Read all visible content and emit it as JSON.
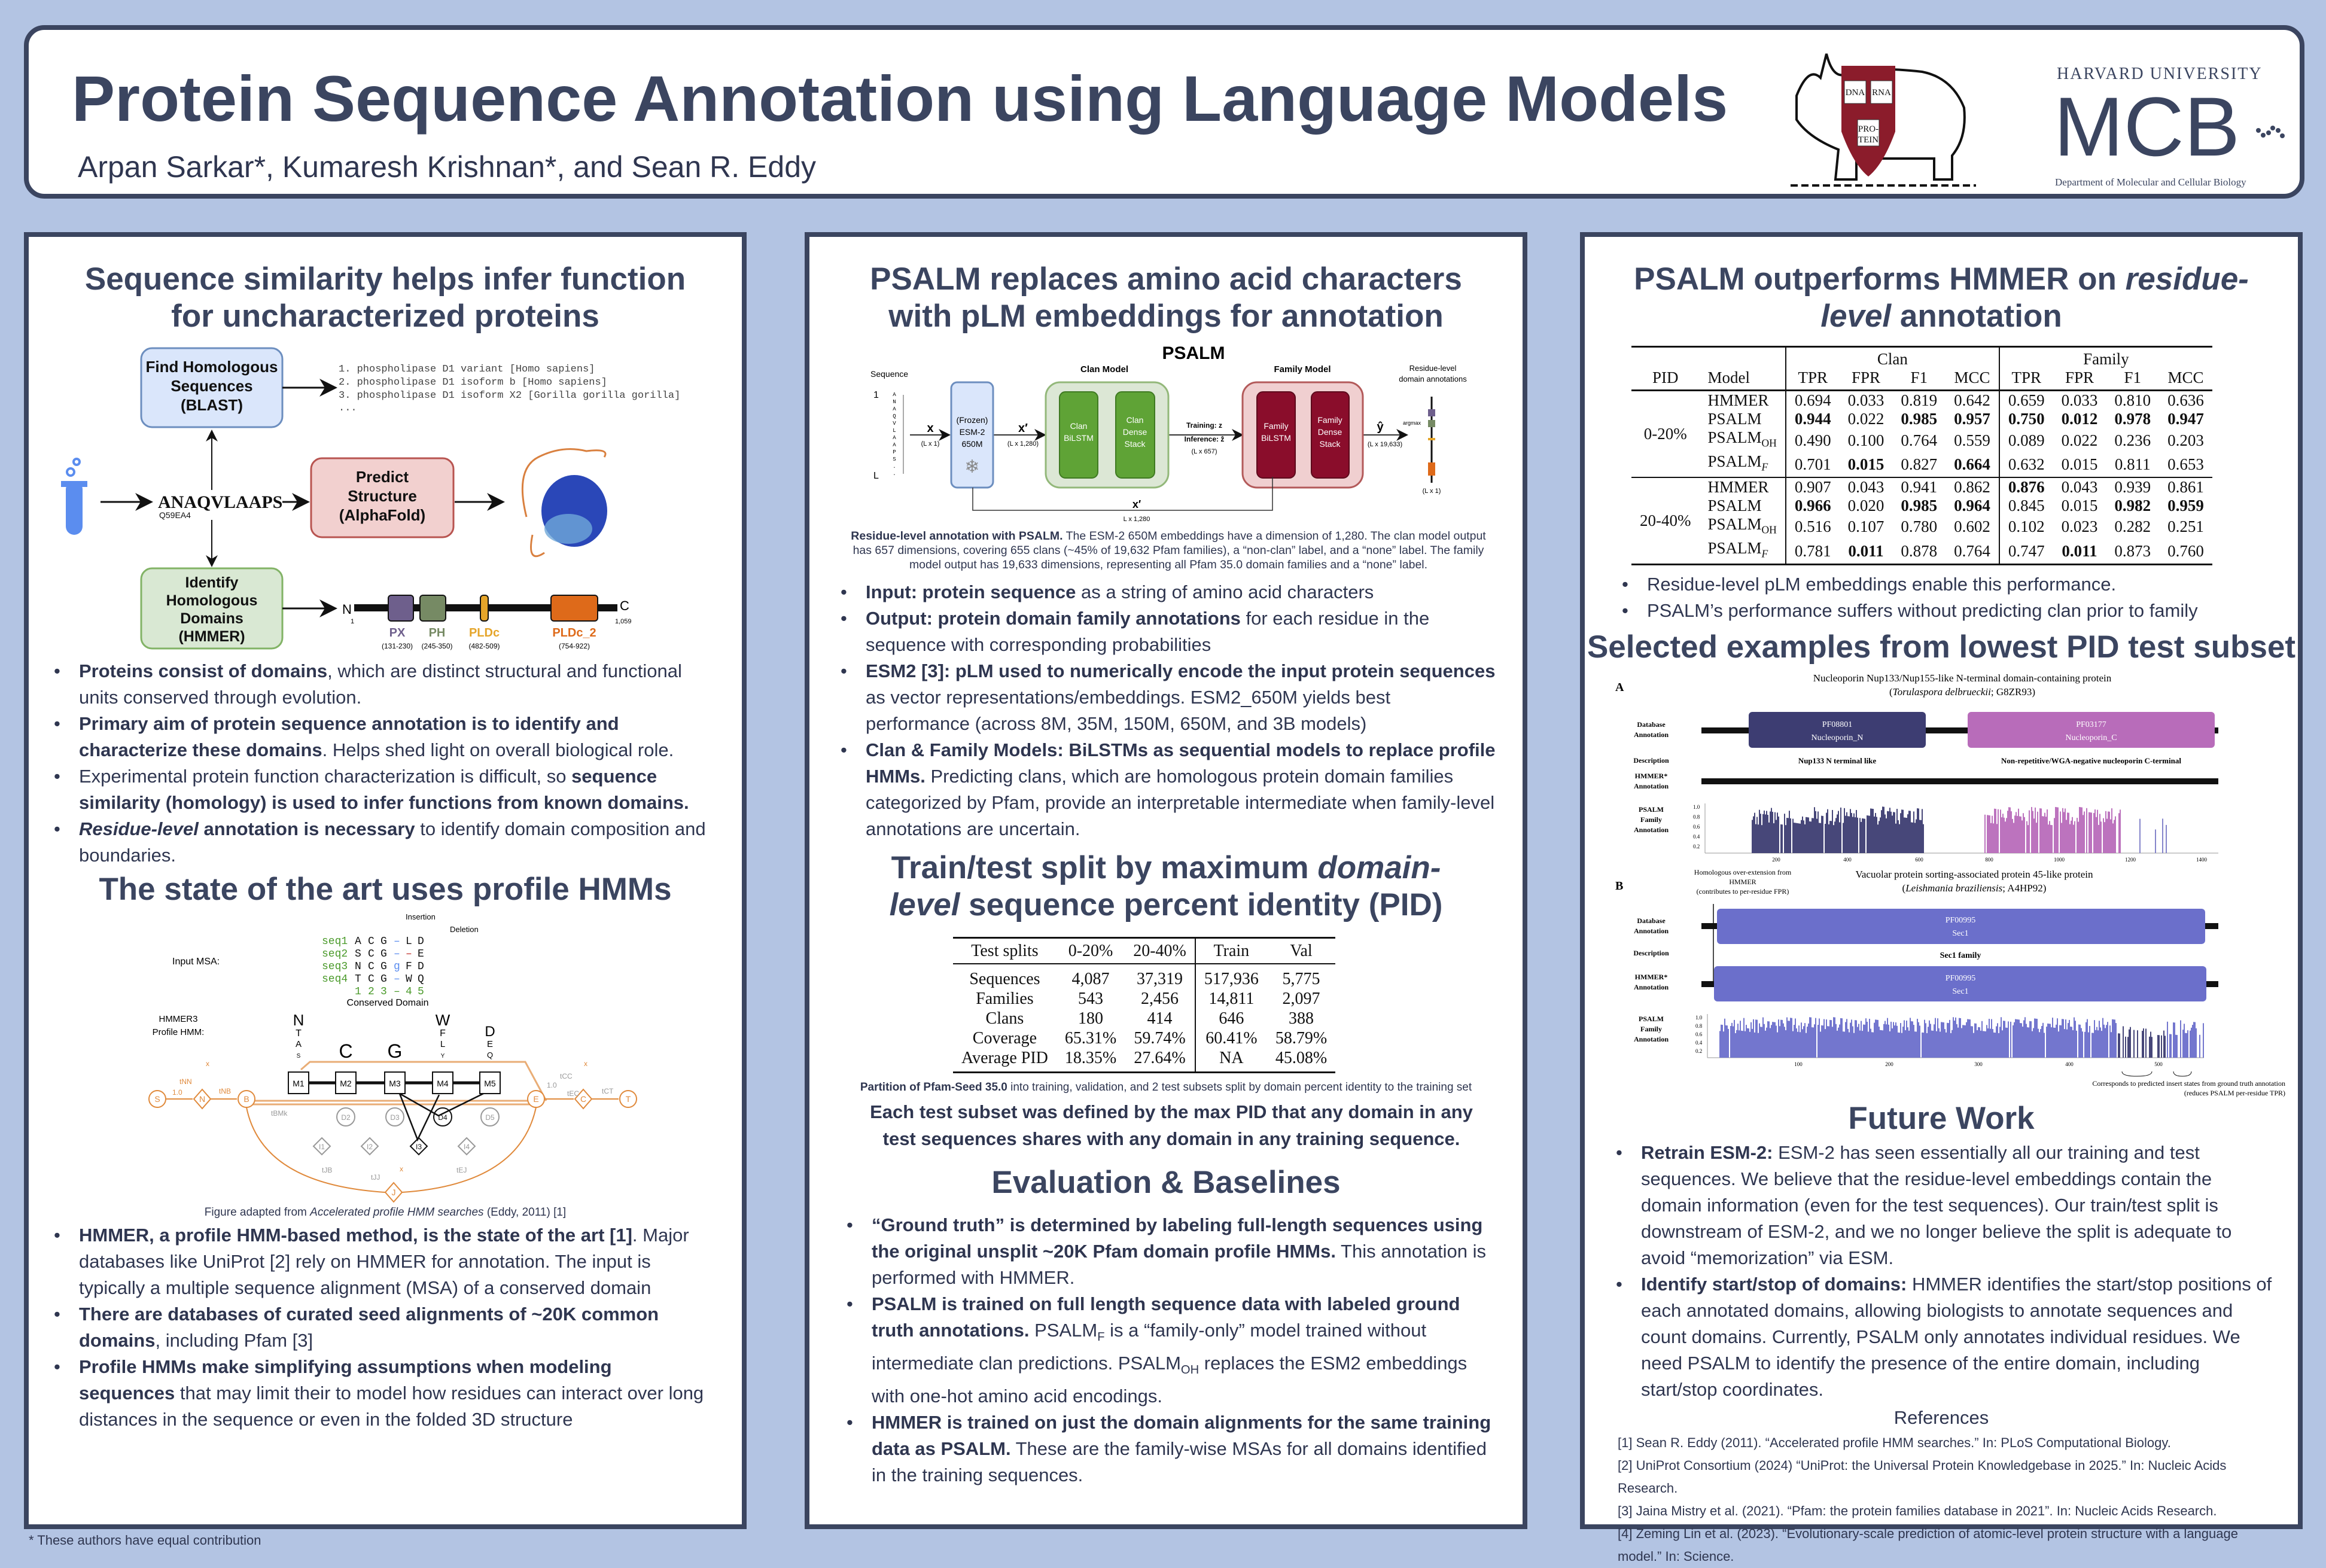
{
  "header": {
    "title": "Protein Sequence Annotation using Language Models",
    "authors": "Arpan Sarkar*, Kumaresh Krishnan*, and Sean R. Eddy",
    "logo": {
      "university": "HARVARD UNIVERSITY",
      "mcb": "MCB",
      "department": "Department of Molecular and Cellular Biology",
      "shield": [
        "DNA",
        "RNA",
        "PRO-",
        "TEIN"
      ]
    }
  },
  "col1": {
    "heading1": "Sequence similarity helps infer function for uncharacterized proteins",
    "fig1": {
      "blast_box": [
        "Find Homologous",
        "Sequences",
        "(BLAST)"
      ],
      "structure_box": [
        "Predict",
        "Structure",
        "(AlphaFold)"
      ],
      "hmmer_box": [
        "Identify",
        "Homologous",
        "Domains",
        "(HMMER)"
      ],
      "sequence": "ANAQVLAAPS",
      "accession": "Q59EA4",
      "blast_hits": [
        "1. phospholipase D1 variant [Homo sapiens]",
        "2. phospholipase D1 isoform b [Homo sapiens]",
        "3. phospholipase D1 isoform X2 [Gorilla gorilla gorilla]",
        "..."
      ],
      "n_label": "N",
      "c_label": "C",
      "start": "1",
      "end": "1,059",
      "domains": [
        {
          "name": "PX",
          "range": "(131-230)",
          "color": "#6e5f8c"
        },
        {
          "name": "PH",
          "range": "(245-350)",
          "color": "#768a64"
        },
        {
          "name": "PLDc",
          "range": "(482-509)",
          "color": "#e5a52a"
        },
        {
          "name": "PLDc_2",
          "range": "(754-922)",
          "color": "#de6a1a"
        }
      ]
    },
    "bullets1": [
      [
        {
          "t": "Proteins consist of domains",
          "s": "b"
        },
        {
          "t": ", which are distinct structural and functional units conserved through evolution."
        }
      ],
      [
        {
          "t": "Primary aim of protein sequence annotation is to identify and characterize these domains",
          "s": "b"
        },
        {
          "t": ". Helps shed light on overall biological role."
        }
      ],
      [
        {
          "t": "Experimental protein function characterization is difficult, so "
        },
        {
          "t": "sequence similarity (homology) is used to infer functions from known domains.",
          "s": "b"
        }
      ],
      [
        {
          "t": "Residue-level",
          "s": "bi"
        },
        {
          "t": " annotation is necessary",
          "s": "b"
        },
        {
          "t": " to identify domain composition and boundaries."
        }
      ]
    ],
    "heading2": "The state of the art uses profile HMMs",
    "fig2": {
      "insertion": "Insertion",
      "deletion": "Deletion",
      "input_msa": "Input MSA:",
      "seqs": [
        {
          "name": "seq1",
          "res": [
            "A",
            "C",
            "G",
            "–",
            "L",
            "D"
          ]
        },
        {
          "name": "seq2",
          "res": [
            "S",
            "C",
            "G",
            "–",
            "–",
            "E"
          ]
        },
        {
          "name": "seq3",
          "res": [
            "N",
            "C",
            "G",
            "g",
            "F",
            "D"
          ]
        },
        {
          "name": "seq4",
          "res": [
            "T",
            "C",
            "G",
            "–",
            "W",
            "Q"
          ]
        }
      ],
      "positions": [
        "1",
        "2",
        "3",
        "–",
        "4",
        "5"
      ],
      "conserved": "Conserved Domain",
      "hmm_label": [
        "HMMER3",
        "Profile HMM:"
      ],
      "logo": [
        [
          "N",
          "T",
          "A",
          "S"
        ],
        [
          "C"
        ],
        [
          "G"
        ],
        [
          "W",
          "F",
          "L",
          "Y"
        ],
        [
          "D",
          "E",
          "Q"
        ]
      ],
      "match_states": [
        "M1",
        "M2",
        "M3",
        "M4",
        "M5"
      ],
      "delete_states": [
        "D2",
        "D3",
        "D4",
        "D5"
      ],
      "insert_states": [
        "I1",
        "I2",
        "I3",
        "I4"
      ],
      "special_states": [
        "S",
        "N",
        "B",
        "E",
        "C",
        "T",
        "J"
      ],
      "transitions": [
        "1.0",
        "tNN",
        "tNB",
        "tBMk",
        "1.0",
        "tCC",
        "tEC",
        "tCT",
        "tJB",
        "tJJ",
        "tEJ",
        "x",
        "x",
        "x"
      ]
    },
    "fig2_caption": [
      {
        "t": "Figure adapted from "
      },
      {
        "t": "Accelerated profile HMM searches",
        "s": "i"
      },
      {
        "t": " (Eddy, 2011) [1]"
      }
    ],
    "bullets2": [
      [
        {
          "t": "HMMER, a profile HMM-based method, is the state of the art [1]",
          "s": "b"
        },
        {
          "t": ". Major databases like UniProt [2] rely on HMMER for annotation. The input is typically a multiple sequence alignment (MSA) of a conserved domain"
        }
      ],
      [
        {
          "t": "There are databases of curated seed alignments of ~20K common domains",
          "s": "b"
        },
        {
          "t": ", including Pfam [3]"
        }
      ],
      [
        {
          "t": "Profile HMMs make simplifying assumptions when modeling sequences",
          "s": "b"
        },
        {
          "t": " that may limit their to model how residues can interact over long distances in the sequence or even in the folded 3D structure"
        }
      ]
    ]
  },
  "col2": {
    "heading1": "PSALM replaces amino acid characters with pLM embeddings for annotation",
    "fig": {
      "title": "PSALM",
      "sequence": "Sequence",
      "clan_model": "Clan Model",
      "family_model": "Family Model",
      "output_label": [
        "Residue-level",
        "domain annotations"
      ],
      "esm": [
        "(Frozen)",
        "ESM-2",
        "650M"
      ],
      "clan_bilstm": [
        "Clan",
        "BiLSTM"
      ],
      "clan_dense": [
        "Clan",
        "Dense",
        "Stack"
      ],
      "family_bilstm": [
        "Family",
        "BiLSTM"
      ],
      "family_dense": [
        "Family",
        "Dense",
        "Stack"
      ],
      "x": "x",
      "x_dim": "(L x 1)",
      "xp": "x′",
      "xp_dim": "(L x 1,280)",
      "training": "Training: z",
      "inference": "Inference: ẑ",
      "z_dim": "(L x 657)",
      "yhat": "ŷ",
      "y_dim": "(L x 19,633)",
      "argmax": "argmax",
      "out_dim": "(L x 1)",
      "skip_dim": "L x 1,280",
      "seq_letters": [
        "A",
        "N",
        "A",
        "Q",
        "V",
        "L",
        "A",
        "A",
        "P",
        "S",
        ".",
        "."
      ],
      "one": "1",
      "L": "L"
    },
    "caption": [
      {
        "t": "Residue-level annotation with PSALM.",
        "s": "b"
      },
      {
        "t": " The ESM-2 650M embeddings have a dimension of 1,280. The clan model output has 657 dimensions, covering 655 clans (~45% of 19,632 Pfam families), a “non-clan” label, and a “none” label. The family model output has 19,633 dimensions, representing all Pfam 35.0 domain families and a “none” label."
      }
    ],
    "bullets1": [
      [
        {
          "t": "Input: protein sequence",
          "s": "b"
        },
        {
          "t": " as a string of amino acid characters"
        }
      ],
      [
        {
          "t": "Output: protein domain family annotations",
          "s": "b"
        },
        {
          "t": " for each residue in the sequence with corresponding probabilities"
        }
      ],
      [
        {
          "t": "ESM2 [3]: pLM used to numerically encode the input protein sequences",
          "s": "b"
        },
        {
          "t": " as vector representations/embeddings. ESM2_650M yields best performance (across 8M, 35M, 150M, 650M, and 3B models)"
        }
      ],
      [
        {
          "t": "Clan & Family Models: BiLSTMs as sequential models to replace profile HMMs.",
          "s": "b"
        },
        {
          "t": " Predicting clans, which are homologous protein domain families categorized by Pfam, provide an interpretable intermediate when family-level annotations are uncertain."
        }
      ]
    ],
    "heading2": [
      {
        "t": "Train/test split by maximum "
      },
      {
        "t": "domain-level",
        "s": "i"
      },
      {
        "t": " sequence percent identity (PID)"
      }
    ],
    "split_table": {
      "headers": [
        "Test splits",
        "0-20%",
        "20-40%",
        "Train",
        "Val"
      ],
      "rows": [
        [
          "Sequences",
          "4,087",
          "37,319",
          "517,936",
          "5,775"
        ],
        [
          "Families",
          "543",
          "2,456",
          "14,811",
          "2,097"
        ],
        [
          "Clans",
          "180",
          "414",
          "646",
          "388"
        ],
        [
          "Coverage",
          "65.31%",
          "59.74%",
          "60.41%",
          "58.79%"
        ],
        [
          "Average PID",
          "18.35%",
          "27.64%",
          "NA",
          "45.08%"
        ]
      ]
    },
    "split_caption": [
      {
        "t": "Partition of Pfam-Seed 35.0",
        "s": "b"
      },
      {
        "t": " into training, validation, and 2 test subsets split by domain percent identity to the training set"
      }
    ],
    "split_note": "Each test subset was defined by the max PID that any domain in any test sequences shares with any domain in any training sequence.",
    "heading3": "Evaluation & Baselines",
    "bullets2": [
      [
        {
          "t": "“Ground truth” is determined by labeling full-length sequences using the original unsplit ~20K Pfam domain profile HMMs.",
          "s": "b"
        },
        {
          "t": " This annotation is performed with HMMER."
        }
      ],
      [
        {
          "t": "PSALM is trained on full length sequence data with labeled ground truth annotations.",
          "s": "b"
        },
        {
          "t": " PSALM"
        },
        {
          "t": "F",
          "s": "sub"
        },
        {
          "t": " is a “family-only” model trained without intermediate clan predictions. PSALM"
        },
        {
          "t": "OH",
          "s": "sub"
        },
        {
          "t": " replaces the ESM2 embeddings with one-hot amino acid encodings."
        }
      ],
      [
        {
          "t": "HMMER is trained on just the domain alignments for the same training data as PSALM.",
          "s": "b"
        },
        {
          "t": " These are the family-wise MSAs for all domains identified in the training sequences."
        }
      ]
    ]
  },
  "col3": {
    "heading1": [
      {
        "t": "PSALM outperforms HMMER on "
      },
      {
        "t": "residue-level",
        "s": "i"
      },
      {
        "t": " annotation"
      }
    ],
    "results_table": {
      "group_headers": [
        "Clan",
        "Family"
      ],
      "headers": [
        "PID",
        "Model",
        "TPR",
        "FPR",
        "F1",
        "MCC",
        "TPR",
        "FPR",
        "F1",
        "MCC"
      ],
      "groups": [
        {
          "pid": "0-20%",
          "rows": [
            {
              "model": "HMMER",
              "sub": "",
              "vals": [
                "0.694",
                "0.033",
                "0.819",
                "0.642",
                "0.659",
                "0.033",
                "0.810",
                "0.636"
              ],
              "bold": []
            },
            {
              "model": "PSALM",
              "sub": "",
              "vals": [
                "0.944",
                "0.022",
                "0.985",
                "0.957",
                "0.750",
                "0.012",
                "0.978",
                "0.947"
              ],
              "bold": [
                0,
                2,
                3,
                4,
                5,
                6,
                7
              ]
            },
            {
              "model": "PSALM",
              "sub": "OH",
              "vals": [
                "0.490",
                "0.100",
                "0.764",
                "0.559",
                "0.089",
                "0.022",
                "0.236",
                "0.203"
              ],
              "bold": []
            },
            {
              "model": "PSALM",
              "sub": "F",
              "vals": [
                "0.701",
                "0.015",
                "0.827",
                "0.664",
                "0.632",
                "0.015",
                "0.811",
                "0.653"
              ],
              "bold": [
                1,
                3
              ]
            }
          ]
        },
        {
          "pid": "20-40%",
          "rows": [
            {
              "model": "HMMER",
              "sub": "",
              "vals": [
                "0.907",
                "0.043",
                "0.941",
                "0.862",
                "0.876",
                "0.043",
                "0.939",
                "0.861"
              ],
              "bold": [
                4
              ]
            },
            {
              "model": "PSALM",
              "sub": "",
              "vals": [
                "0.966",
                "0.020",
                "0.985",
                "0.964",
                "0.845",
                "0.015",
                "0.982",
                "0.959"
              ],
              "bold": [
                0,
                2,
                3,
                6,
                7
              ]
            },
            {
              "model": "PSALM",
              "sub": "OH",
              "vals": [
                "0.516",
                "0.107",
                "0.780",
                "0.602",
                "0.102",
                "0.023",
                "0.282",
                "0.251"
              ],
              "bold": []
            },
            {
              "model": "PSALM",
              "sub": "F",
              "vals": [
                "0.781",
                "0.011",
                "0.878",
                "0.764",
                "0.747",
                "0.011",
                "0.873",
                "0.760"
              ],
              "bold": [
                1,
                5
              ]
            }
          ]
        }
      ]
    },
    "bullets1": [
      [
        {
          "t": "Residue-level pLM embeddings enable this performance."
        }
      ],
      [
        {
          "t": "PSALM’s performance suffers without predicting clan prior to family"
        }
      ]
    ],
    "heading2": "Selected examples from lowest PID test subset",
    "fig": {
      "panel_a": "A",
      "panel_b": "B",
      "a_title": "Nucleoporin Nup133/Nup155-like N-terminal domain-containing protein",
      "a_species": "Torulaspora delbrueckii",
      "a_acc": "; G8ZR93)",
      "row_labels": {
        "db": [
          "Database",
          "Annotation"
        ],
        "desc": "Description",
        "hmmer": [
          "HMMER*",
          "Annotation"
        ],
        "psalm": [
          "PSALM",
          "Family",
          "Annotation"
        ]
      },
      "a_domains": [
        {
          "id": "PF08801",
          "name": "Nucleoporin_N",
          "desc": "Nup133 N terminal like",
          "color": "#3d3d72"
        },
        {
          "id": "PF03177",
          "name": "Nucleoporin_C",
          "desc": "Non-repetitive/WGA-negative nucleoporin C-terminal",
          "color": "#b86cba"
        }
      ],
      "y_ticks": [
        "1.0",
        "0.8",
        "0.6",
        "0.4",
        "0.2"
      ],
      "a_x_ticks": [
        "200",
        "400",
        "600",
        "800",
        "1000",
        "1200",
        "1400"
      ],
      "b_note": [
        "Homologous over-extension from",
        "HMMER",
        "(contributes to per-residue FPR)"
      ],
      "b_title": "Vacuolar protein sorting-associated protein 45-like protein",
      "b_species": "Leishmania braziliensis",
      "b_acc": "; A4HP92)",
      "b_domain": {
        "id": "PF00995",
        "name": "Sec1",
        "desc": "Sec1 family",
        "color": "#6b6fcb"
      },
      "b_x_ticks": [
        "100",
        "200",
        "300",
        "400",
        "500"
      ],
      "b_note2": [
        "Corresponds to predicted insert states from ground truth annotation",
        "(reduces PSALM per-residue TPR)"
      ]
    },
    "heading3": "Future Work",
    "bullets2": [
      [
        {
          "t": "Retrain ESM-2:",
          "s": "b"
        },
        {
          "t": " ESM-2 has seen essentially all our training and test sequences. We believe that the residue-level embeddings contain the domain information (even for the test sequences). Our train/test split is downstream of ESM-2, and we no longer believe the split is adequate to avoid “memorization” via ESM."
        }
      ],
      [
        {
          "t": "Identify start/stop of domains:",
          "s": "b"
        },
        {
          "t": " HMMER identifies the start/stop positions of each annotated domains, allowing biologists to annotate sequences and count domains. Currently, PSALM only annotates individual residues. We need PSALM to identify the presence of the entire domain, including start/stop coordinates."
        }
      ]
    ],
    "references_title": "References",
    "references": [
      "[1] Sean R. Eddy (2011). “Accelerated profile HMM searches.” In: PLoS Computational Biology.",
      "[2] UniProt Consortium (2024) “UniProt: the Universal Protein Knowledgebase in 2025.” In: Nucleic Acids Research.",
      "[3] Jaina Mistry et al. (2021). “Pfam: the protein families database in 2021”. In: Nucleic Acids Research.",
      "[4] Zeming Lin et al. (2023). “Evolutionary-scale prediction of atomic-level protein structure with a language model.” In: Science."
    ]
  },
  "footnote": "* These authors have equal contribution",
  "colors": {
    "frame": "#3b4560",
    "background": "#b3c4e3",
    "crimson": "#8b1c2b"
  }
}
